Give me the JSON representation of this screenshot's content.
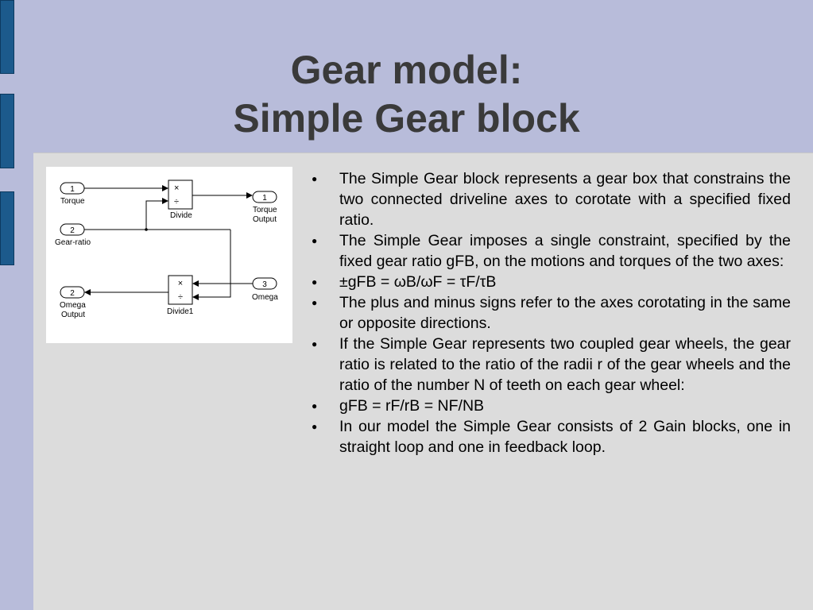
{
  "slide": {
    "title_line1": "Gear model:",
    "title_line2": "Simple Gear block",
    "colors": {
      "background": "#b8bcda",
      "panel": "#dcdcdc",
      "edge_tab": "#1c5a8c",
      "title_text": "#3a3a3a"
    }
  },
  "diagram": {
    "ports": {
      "torque_num": "1",
      "torque_label": "Torque",
      "gear_ratio_num": "2",
      "gear_ratio_label": "Gear-ratio",
      "torque_output_num": "1",
      "torque_output_label_1": "Torque",
      "torque_output_label_2": "Output",
      "omega_num": "3",
      "omega_label": "Omega",
      "omega_output_num": "2",
      "omega_output_label_1": "Omega",
      "omega_output_label_2": "Output"
    },
    "blocks": {
      "divide_label": "Divide",
      "divide1_label": "Divide1",
      "multiply_symbol": "×",
      "divide_symbol": "÷"
    }
  },
  "bullets": [
    "The Simple Gear block represents a gear box that constrains the two connected driveline axes to corotate with a specified fixed ratio.",
    "The Simple Gear imposes a single constraint, specified by the fixed gear ratio gFB, on the motions and torques of the two axes:",
    "±gFB = ωB/ωF = τF/τB",
    "The plus and minus signs refer to the axes corotating in the same or opposite directions.",
    "If the Simple Gear represents two coupled gear wheels, the gear ratio is related to the ratio of the radii r of the gear wheels and the ratio of the number N of teeth on each gear wheel:",
    "gFB = rF/rB = NF/NB",
    "In our model the Simple Gear consists of 2 Gain blocks, one in straight loop and one in feedback loop."
  ],
  "bullet_marker": "●"
}
